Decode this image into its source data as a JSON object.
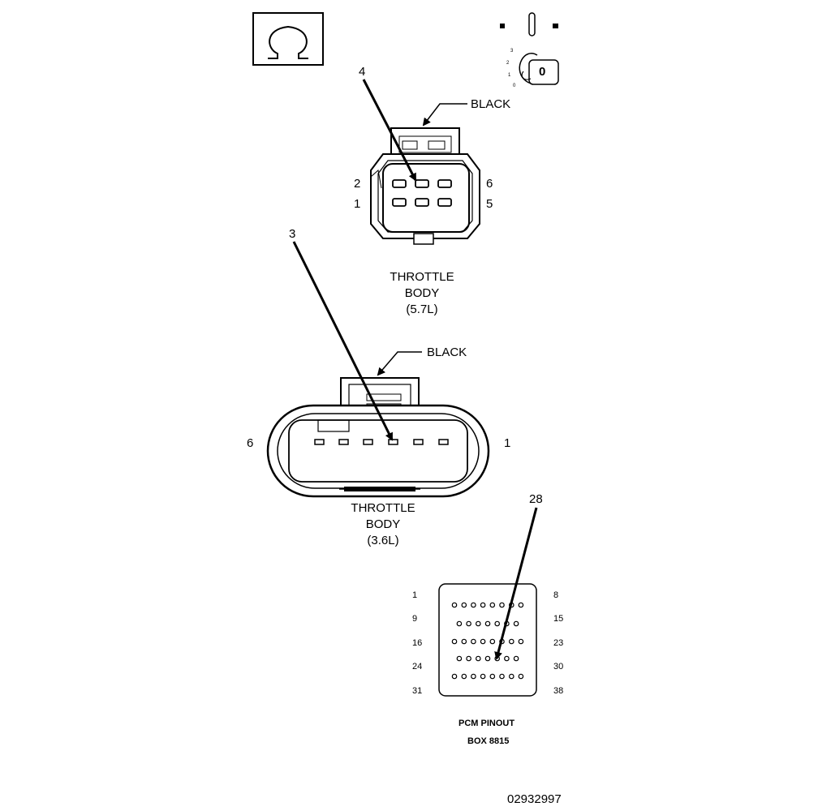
{
  "callouts": {
    "c4": "4",
    "c3": "3",
    "c28": "28"
  },
  "c1_color": "BLACK",
  "c2_color": "BLACK",
  "c1_pins": {
    "p2": "2",
    "p1": "1",
    "p6": "6",
    "p5": "5"
  },
  "c1_name": [
    "THROTTLE",
    "BODY",
    "(5.7L)"
  ],
  "c2_pins": {
    "p6": "6",
    "p1": "1"
  },
  "c2_name": [
    "THROTTLE",
    "BODY",
    "(3.6L)"
  ],
  "pcm_rows": {
    "left": [
      "1",
      "9",
      "16",
      "24",
      "31"
    ],
    "right": [
      "8",
      "15",
      "23",
      "30",
      "38"
    ]
  },
  "pcm_name": [
    "PCM PINOUT",
    "BOX 8815"
  ],
  "ignition": {
    "positions": [
      "3",
      "2",
      "1",
      "0"
    ],
    "key": "0"
  },
  "figure_id": "02932997",
  "icons": {
    "logo": "omega-icon",
    "ignition": "ignition-key-icon"
  }
}
